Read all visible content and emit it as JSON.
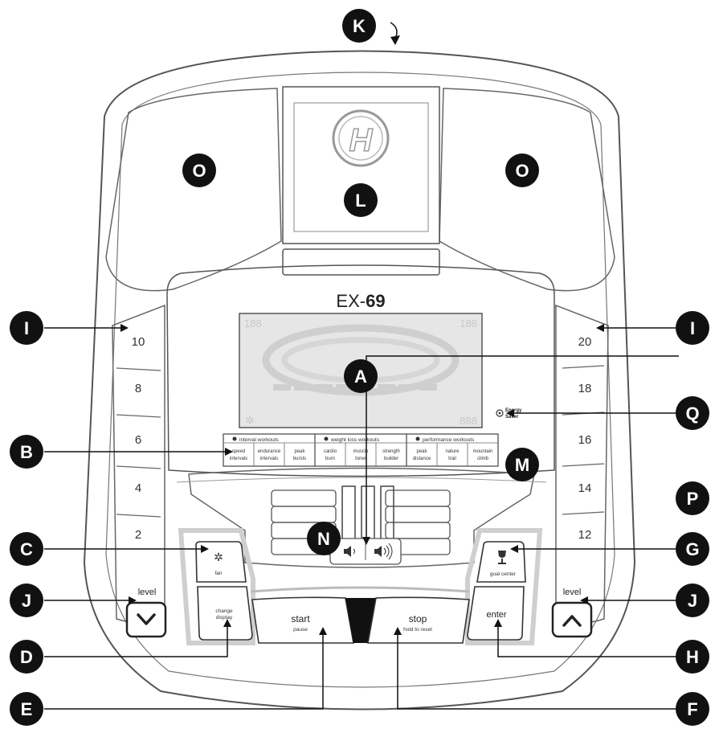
{
  "model": {
    "prefix": "EX-",
    "number": "69"
  },
  "logo": {
    "monogram": "H"
  },
  "display": {
    "left_top": "188",
    "right_top": "188",
    "right_bottom": "888"
  },
  "modes": {
    "groups": [
      {
        "title": "interval workouts",
        "icon": "interval-icon",
        "items": [
          [
            "speed",
            "intervals"
          ],
          [
            "endurance",
            "intervals"
          ],
          [
            "peak",
            "bursts"
          ]
        ]
      },
      {
        "title": "weight loss workouts",
        "icon": "weight-loss-icon",
        "items": [
          [
            "cardio",
            "burn"
          ],
          [
            "muscle",
            "toner"
          ],
          [
            "strength",
            "builder"
          ]
        ]
      },
      {
        "title": "performance workouts",
        "icon": "performance-icon",
        "items": [
          [
            "peak",
            "distance"
          ],
          [
            "nature",
            "trail"
          ],
          [
            "mountain",
            "climb"
          ]
        ]
      }
    ]
  },
  "energy_saver": {
    "line1": "Energy",
    "line2": "Saver"
  },
  "left_scale": [
    "10",
    "8",
    "6",
    "4",
    "2"
  ],
  "right_scale": [
    "20",
    "18",
    "16",
    "14",
    "12"
  ],
  "buttons": {
    "fan": {
      "label": "fan",
      "icon": "fan-icon"
    },
    "change_display": {
      "line1": "change",
      "line2": "display"
    },
    "start": {
      "label": "start",
      "sub": "pause"
    },
    "stop": {
      "label": "stop",
      "sub": "hold to reset"
    },
    "enter": {
      "label": "enter"
    },
    "goal_center": {
      "label": "goal center",
      "icon": "trophy-icon"
    },
    "level_down": {
      "label": "level",
      "icon": "chevron-down-icon"
    },
    "level_up": {
      "label": "level",
      "icon": "chevron-up-icon"
    },
    "volume_down": {
      "icon": "volume-down-icon"
    },
    "volume_up": {
      "icon": "volume-up-icon"
    }
  },
  "callouts": {
    "A": "A",
    "B": "B",
    "C": "C",
    "D": "D",
    "E": "E",
    "F": "F",
    "G": "G",
    "H": "H",
    "I": "I",
    "J": "J",
    "K": "K",
    "L": "L",
    "M": "M",
    "N": "N",
    "O": "O",
    "P": "P",
    "Q": "Q"
  },
  "colors": {
    "line": "#444444",
    "callout": "#111111",
    "lcd": "#dcdcdc",
    "band": "#cfcfcf"
  }
}
